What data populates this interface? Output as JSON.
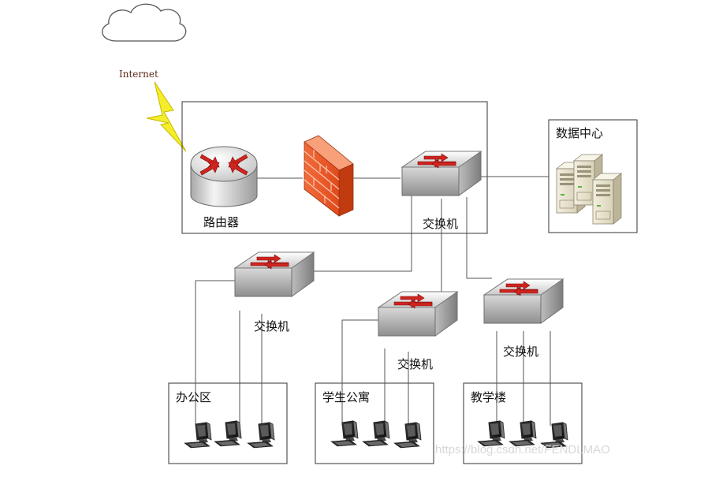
{
  "internet_label": "Internet",
  "router_label": "路由器",
  "core_switch_label": "交换机",
  "datacenter_label": "数据中心",
  "switch_office_label": "交换机",
  "switch_dorm_label": "交换机",
  "switch_teach_label": "交换机",
  "office_area_label": "办公区",
  "dorm_area_label": "学生公寓",
  "teach_area_label": "教学楼",
  "watermark": "https://blog.csdn.net/FENDLMAO"
}
